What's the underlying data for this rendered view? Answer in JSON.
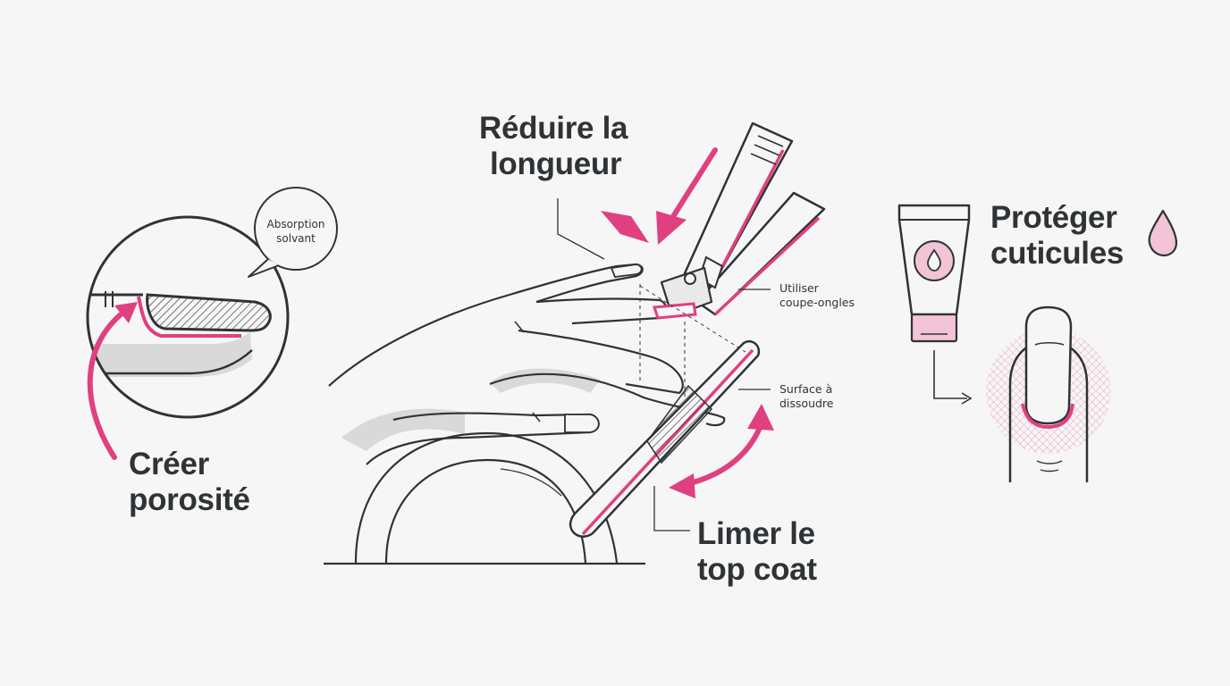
{
  "headings": {
    "reduce_length": {
      "line1": "Réduire la",
      "line2": "longueur"
    },
    "create_porosity": {
      "line1": "Créer",
      "line2": "porosité"
    },
    "file_top_coat": {
      "line1": "Limer le",
      "line2": "top coat"
    },
    "protect_cuticles": {
      "line1": "Protéger",
      "line2": "cuticules"
    }
  },
  "notes": {
    "clipper": {
      "line1": "Utiliser",
      "line2": "coupe-ongles"
    },
    "surface": {
      "line1": "Surface à",
      "line2": "dissoudre"
    }
  },
  "bubble": {
    "line1": "Absorption",
    "line2": "solvant"
  },
  "colors": {
    "accent": "#e0407f",
    "accent_light": "#f2b8d0",
    "line": "#2f3335",
    "shadow": "#d9d9d9",
    "background": "#f6f6f6"
  },
  "icons": [
    "nail-clipper-icon",
    "nail-file-icon",
    "cream-tube-icon",
    "oil-drop-icon",
    "hand-icon",
    "finger-nail-icon"
  ]
}
